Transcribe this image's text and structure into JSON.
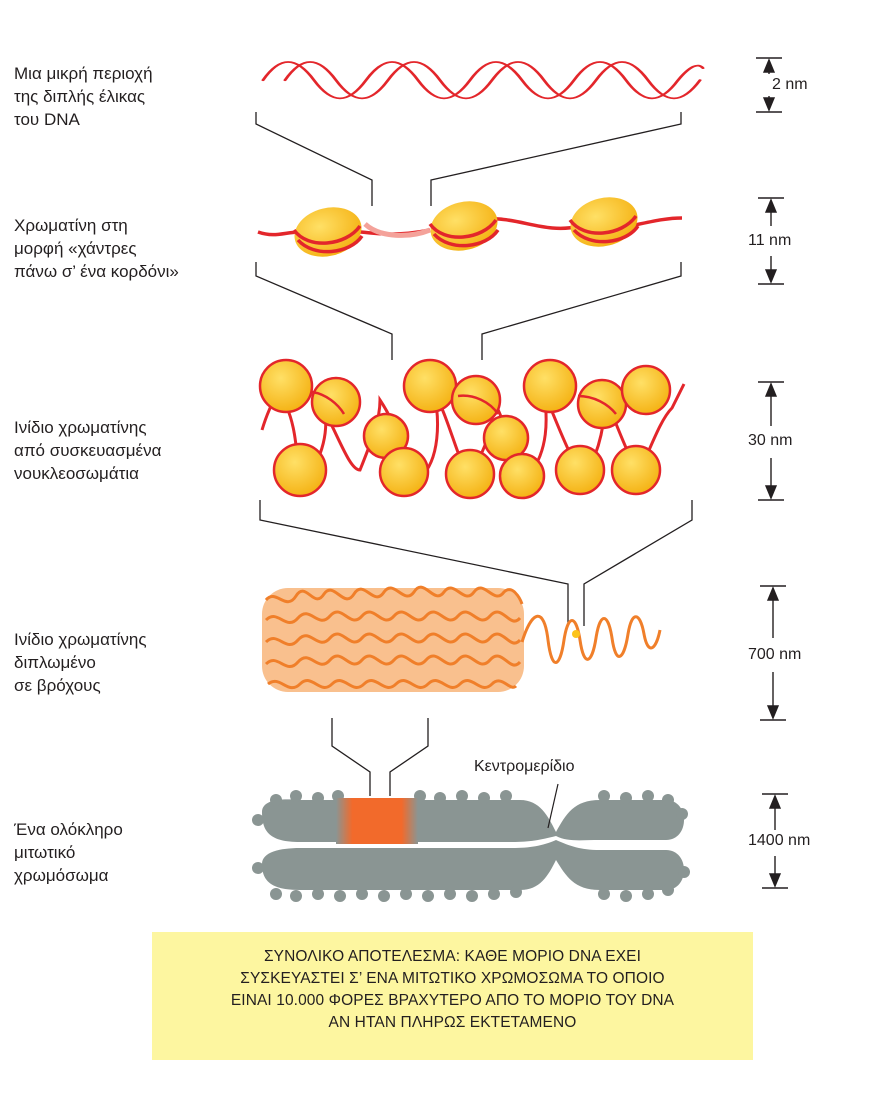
{
  "levels": [
    {
      "label": "Μια μικρή περιοχή\nτης διπλής έλικας\nτου DNA",
      "measure": "2 nm"
    },
    {
      "label": "Χρωματίνη στη\nμορφή «χάντρες\nπάνω σ’ ένα κορδόνι»",
      "measure": "11 nm"
    },
    {
      "label": "Ινίδιο χρωματίνης\nαπό συσκευασμένα\nνουκλεοσωμάτια",
      "measure": "30 nm"
    },
    {
      "label": "Ινίδιο χρωματίνης\nδιπλωμένο\nσε βρόχους",
      "measure": "700 nm"
    },
    {
      "label": "Ένα ολόκληρο\nμιτωτικό\nχρωμόσωμα",
      "measure": "1400 nm"
    }
  ],
  "centromere_label": "Κεντρομερίδιο",
  "summary": {
    "line1": "ΣΥΝΟΛΙΚΟ ΑΠΟΤΕΛΕΣΜΑ: ΚΑΘΕ ΜΟΡΙΟ DNA ΕΧΕΙ",
    "line2": "ΣΥΣΚΕΥΑΣΤΕΙ Σ’ ΕΝΑ ΜΙΤΩΤΙΚΟ ΧΡΩΜΟΣΩΜΑ ΤΟ ΟΠΟΙΟ",
    "line3": "ΕΙΝΑΙ 10.000 ΦΟΡΕΣ ΒΡΑΧΥΤΕΡΟ ΑΠΟ ΤΟ ΜΟΡΙΟ ΤΟΥ DNA",
    "line4": "ΑΝ ΗΤΑΝ ΠΛΗΡΩΣ ΕΚΤΕΤΑΜΕΝΟ"
  },
  "colors": {
    "dna_red": "#e3262b",
    "nucleosome_yellow": "#fcc31a",
    "nucleosome_orange": "#f39a1d",
    "linker_pink": "#f4a29a",
    "loop_orange": "#f07f2a",
    "chromosome_gray": "#8a9593",
    "highlight_orange": "#f26a2b",
    "summary_bg": "#fdf6a0"
  }
}
